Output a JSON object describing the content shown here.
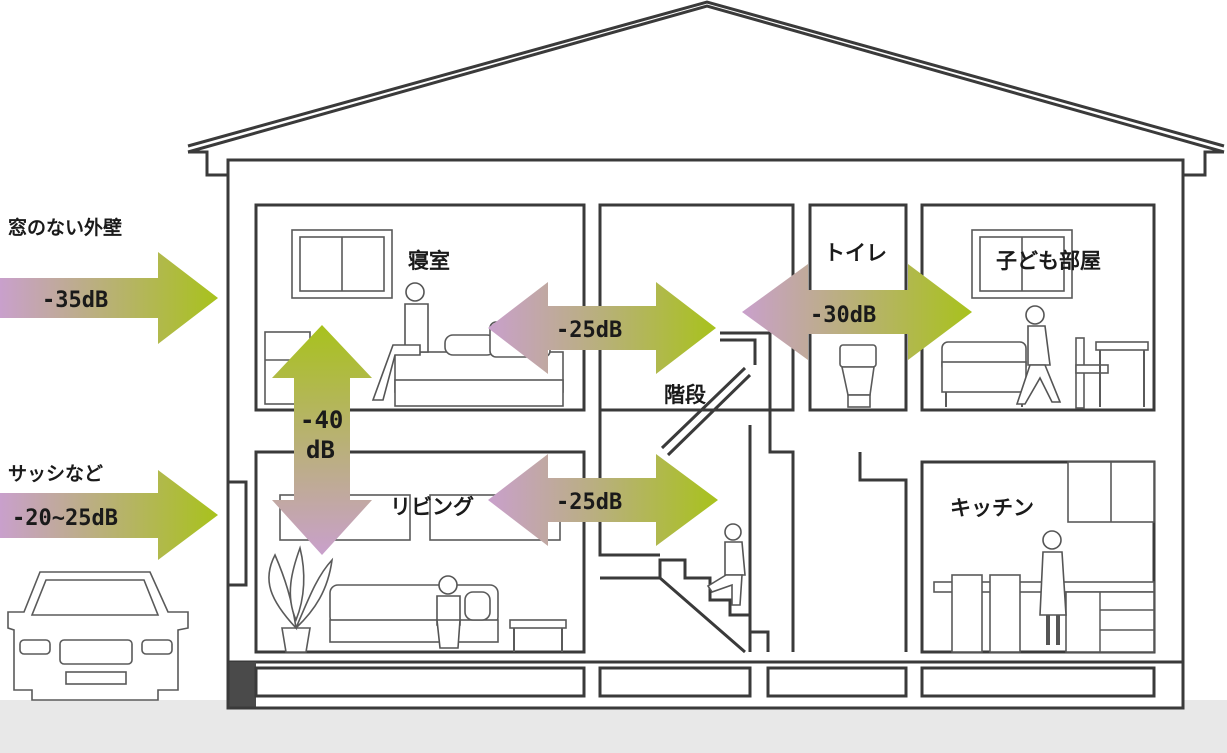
{
  "colors": {
    "arrow_purple": "#c9a0cc",
    "arrow_green": "#a8c21c",
    "outline": "#3a3a3a",
    "ground": "#e8e8e8"
  },
  "exterior": {
    "wall_label": "窓のない外壁",
    "wall_db": "-35dB",
    "sash_label": "サッシなど",
    "sash_db": "-20~25dB"
  },
  "rooms": {
    "bedroom": "寝室",
    "toilet": "トイレ",
    "kids_room": "子ども部屋",
    "living": "リビング",
    "stairs": "階段",
    "kitchen": "キッチン"
  },
  "interior": {
    "bedroom_stairs_db": "-25dB",
    "toilet_kids_db": "-30dB",
    "living_stairs_db": "-25dB",
    "floor_db_line1": "-40",
    "floor_db_line2": "dB"
  },
  "icons": [
    "car-icon",
    "person-icon",
    "toilet-icon",
    "sofa-icon",
    "bed-icon",
    "plant-icon",
    "chair-icon",
    "table-icon",
    "window-icon",
    "cabinet-icon"
  ]
}
